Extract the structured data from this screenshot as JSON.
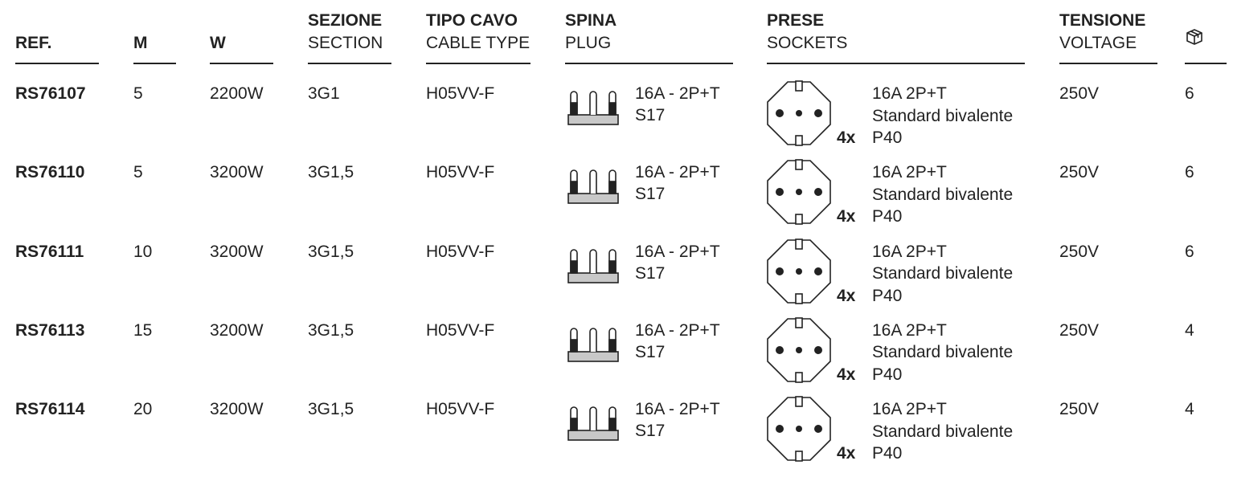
{
  "header": {
    "ref": "REF.",
    "m": "M",
    "w": "W",
    "section_it": "SEZIONE",
    "section_en": "SECTION",
    "cable_it": "TIPO CAVO",
    "cable_en": "CABLE TYPE",
    "plug_it": "SPINA",
    "plug_en": "PLUG",
    "sockets_it": "PRESE",
    "sockets_en": "SOCKETS",
    "voltage_it": "TENSIONE",
    "voltage_en": "VOLTAGE",
    "pack_icon": "box-icon"
  },
  "rows": [
    {
      "ref": "RS76107",
      "m": "5",
      "w": "2200W",
      "section": "3G1",
      "cable": "H05VV-F",
      "plug_line1": "16A - 2P+T",
      "plug_line2": "S17",
      "qty": "4x",
      "socket_line1": "16A 2P+T",
      "socket_line2": "Standard bivalente",
      "socket_line3": "P40",
      "voltage": "250V",
      "pack": "6"
    },
    {
      "ref": "RS76110",
      "m": "5",
      "w": "3200W",
      "section": "3G1,5",
      "cable": "H05VV-F",
      "plug_line1": "16A - 2P+T",
      "plug_line2": "S17",
      "qty": "4x",
      "socket_line1": "16A 2P+T",
      "socket_line2": "Standard bivalente",
      "socket_line3": "P40",
      "voltage": "250V",
      "pack": "6"
    },
    {
      "ref": "RS76111",
      "m": "10",
      "w": "3200W",
      "section": "3G1,5",
      "cable": "H05VV-F",
      "plug_line1": "16A - 2P+T",
      "plug_line2": "S17",
      "qty": "4x",
      "socket_line1": "16A 2P+T",
      "socket_line2": "Standard bivalente",
      "socket_line3": "P40",
      "voltage": "250V",
      "pack": "6"
    },
    {
      "ref": "RS76113",
      "m": "15",
      "w": "3200W",
      "section": "3G1,5",
      "cable": "H05VV-F",
      "plug_line1": "16A - 2P+T",
      "plug_line2": "S17",
      "qty": "4x",
      "socket_line1": "16A 2P+T",
      "socket_line2": "Standard bivalente",
      "socket_line3": "P40",
      "voltage": "250V",
      "pack": "4"
    },
    {
      "ref": "RS76114",
      "m": "20",
      "w": "3200W",
      "section": "3G1,5",
      "cable": "H05VV-F",
      "plug_line1": "16A - 2P+T",
      "plug_line2": "S17",
      "qty": "4x",
      "socket_line1": "16A 2P+T",
      "socket_line2": "Standard bivalente",
      "socket_line3": "P40",
      "voltage": "250V",
      "pack": "4"
    }
  ]
}
